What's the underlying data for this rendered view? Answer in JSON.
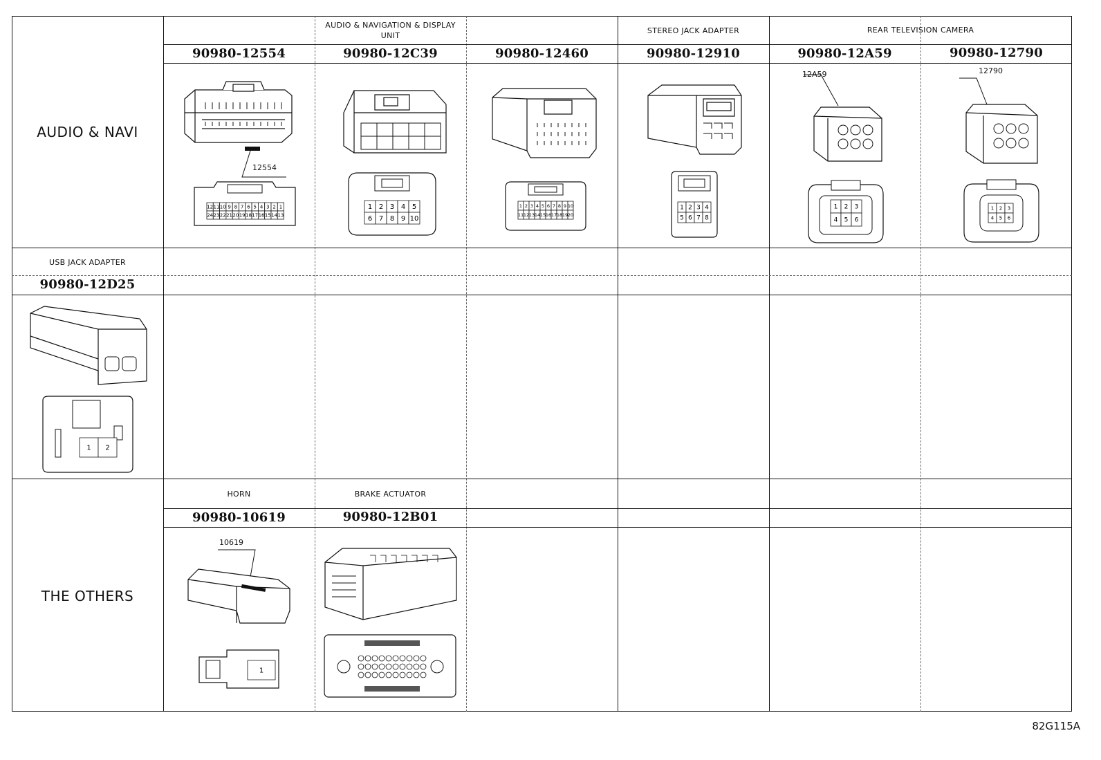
{
  "rows": [
    {
      "category": "AUDIO & NAVI",
      "groups": [
        "AUDIO & NAVIGATION & DISPLAY",
        "UNIT",
        "STEREO JACK ADAPTER",
        "REAR TELEVISION CAMERA"
      ],
      "part_numbers": [
        "90980-12554",
        "90980-12C39",
        "90980-12460",
        "90980-12910",
        "90980-12A59",
        "90980-12790"
      ],
      "connector_codes": [
        "12554",
        "12A59",
        "12790"
      ],
      "pin_labels": {
        "12554": [
          "12",
          "11",
          "10",
          "9",
          "8",
          "7",
          "6",
          "5",
          "4",
          "3",
          "2",
          "1",
          "24",
          "23",
          "22",
          "21",
          "20",
          "19",
          "18",
          "17",
          "16",
          "15",
          "14",
          "13"
        ],
        "12C39": [
          "1",
          "2",
          "3",
          "4",
          "5",
          "6",
          "7",
          "8",
          "9",
          "10"
        ],
        "12460": [
          "1",
          "2",
          "3",
          "4",
          "5",
          "6",
          "7",
          "8",
          "9",
          "10",
          "11",
          "12",
          "13",
          "14",
          "15",
          "16",
          "17",
          "18",
          "19",
          "20"
        ],
        "12910": [
          "1",
          "2",
          "3",
          "4",
          "5",
          "6",
          "7",
          "8"
        ],
        "12A59": [
          "1",
          "2",
          "3",
          "4",
          "5",
          "6"
        ],
        "12790": [
          "1",
          "2",
          "3",
          "4",
          "5",
          "6"
        ]
      }
    },
    {
      "groups": [
        "USB JACK ADAPTER"
      ],
      "part_numbers": [
        "90980-12D25"
      ],
      "pin_labels": {
        "12D25": [
          "1",
          "2"
        ]
      }
    },
    {
      "category": "THE OTHERS",
      "groups": [
        "HORN",
        "BRAKE ACTUATOR"
      ],
      "part_numbers": [
        "90980-10619",
        "90980-12B01"
      ],
      "connector_codes": [
        "10619"
      ],
      "pin_labels": {
        "10619": [
          "1"
        ]
      }
    }
  ],
  "figure_ref": "82G115A"
}
